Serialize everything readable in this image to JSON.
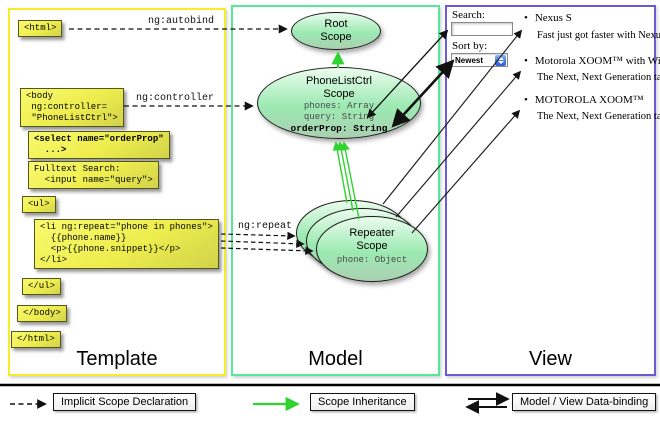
{
  "panels": {
    "template": {
      "label": "Template"
    },
    "model": {
      "label": "Model"
    },
    "view": {
      "label": "View"
    }
  },
  "template": {
    "autobind_label": "ng:autobind",
    "controller_label": "ng:controller",
    "repeat_label": "ng:repeat",
    "boxes": {
      "html_open": "<html>",
      "body_open": "<body\n ng:controller=\n \"PhoneListCtrl\">",
      "select": "<select name=\"orderProp\"\n  ...>",
      "fulltext": "Fulltext Search:\n  <input name=\"query\">",
      "ul_open": "<ul>",
      "li_repeat": "<li ng:repeat=\"phone in phones\">\n  {{phone.name}}\n  <p>{{phone.snippet}}</p>\n</li>",
      "ul_close": "</ul>",
      "body_close": "</body>",
      "html_close": "</html>"
    }
  },
  "model": {
    "root_scope": {
      "title": "Root\nScope"
    },
    "phone_list_ctrl": {
      "title": "PhoneListCtrl\nScope",
      "props": "phones: Array\nquery: String",
      "bold_prop": "orderProp: String"
    },
    "repeater": {
      "title": "Repeater\nScope",
      "prop": "phone: Object"
    }
  },
  "view": {
    "search_label": "Search:",
    "search_value": "",
    "sort_label": "Sort by:",
    "sort_value": "Newest",
    "phones": [
      {
        "name": "Nexus S",
        "snippet": "Fast just got faster with Nexus S."
      },
      {
        "name": "Motorola XOOM™ with Wi-Fi",
        "snippet": "The Next, Next Generation tablet."
      },
      {
        "name": "MOTOROLA XOOM™",
        "snippet": "The Next, Next Generation tablet."
      }
    ]
  },
  "legend": {
    "implicit": "Implicit Scope Declaration",
    "inheritance": "Scope Inheritance",
    "databinding": "Model / View Data-binding"
  },
  "colors": {
    "template_border": "#f2ee2a",
    "model_border": "#55e89a",
    "view_border": "#6b5bd2",
    "arrow_green": "#2fd32f",
    "code_box_yellow": "#eded4e",
    "scope_fill": "#9ceab2"
  }
}
